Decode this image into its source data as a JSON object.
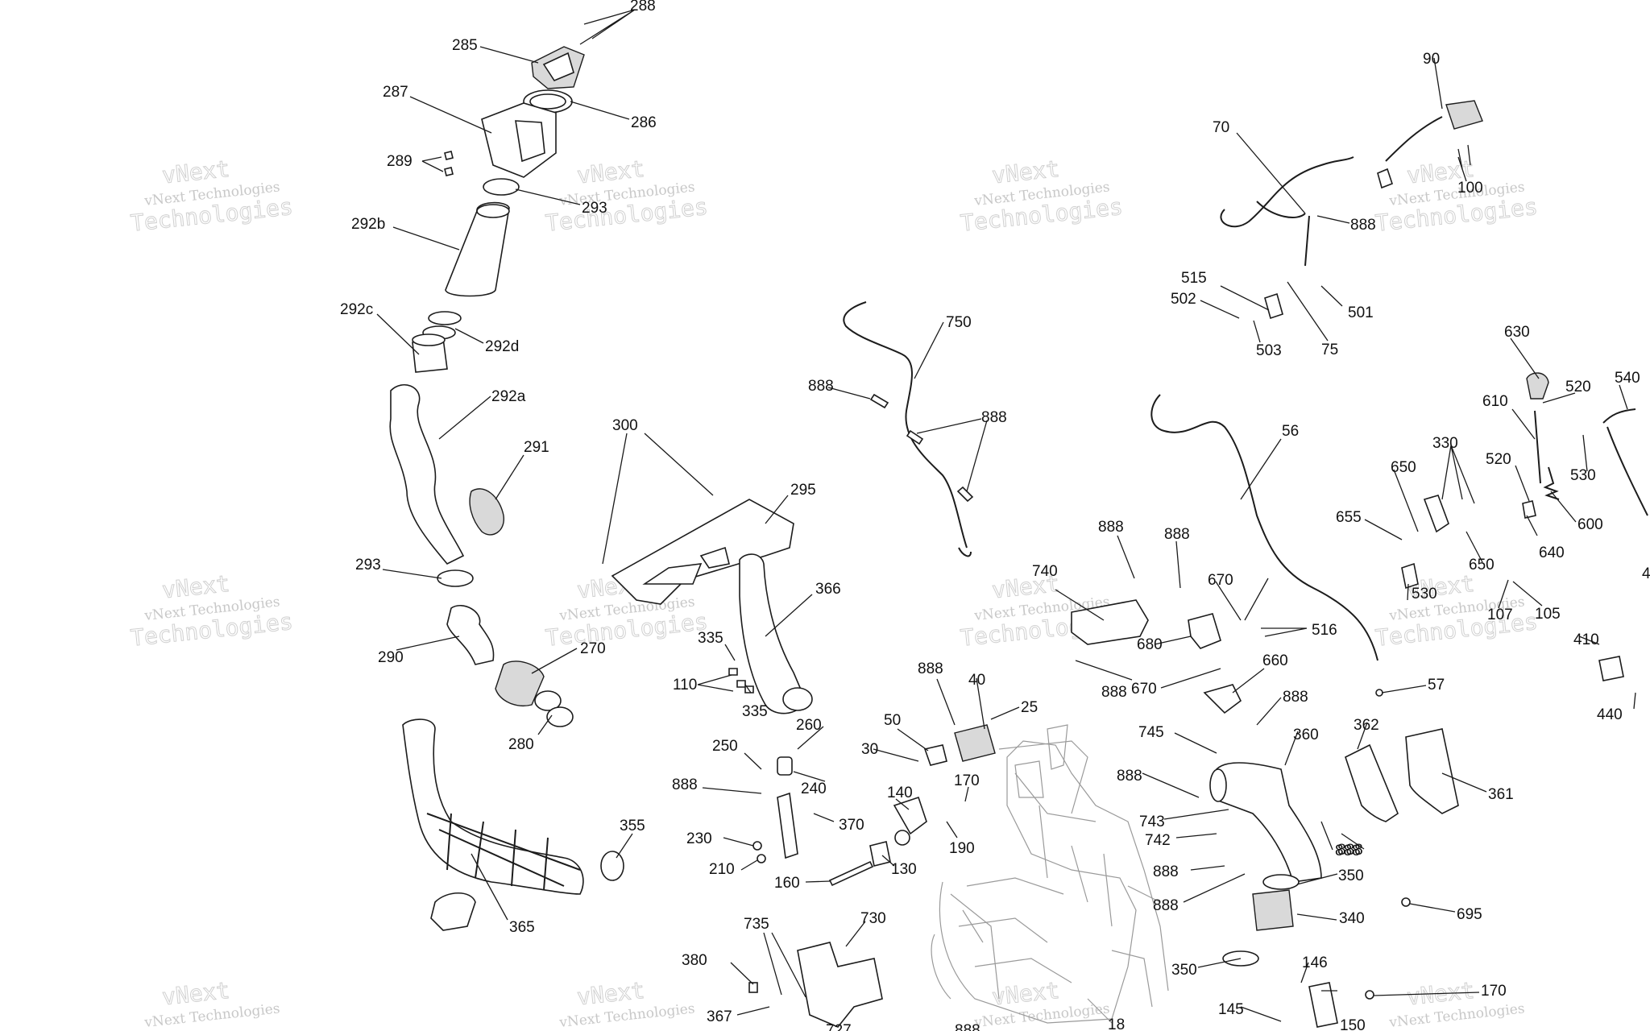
{
  "watermark": {
    "brand": "vNext",
    "line1": "vNext Technologies",
    "line2": "Technologies"
  },
  "callouts": [
    {
      "label": "288"
    },
    {
      "label": "285"
    },
    {
      "label": "287"
    },
    {
      "label": "286"
    },
    {
      "label": "289"
    },
    {
      "label": "293"
    },
    {
      "label": "292b"
    },
    {
      "label": "292c"
    },
    {
      "label": "292d"
    },
    {
      "label": "292a"
    },
    {
      "label": "291"
    },
    {
      "label": "293"
    },
    {
      "label": "290"
    },
    {
      "label": "270"
    },
    {
      "label": "280"
    },
    {
      "label": "355"
    },
    {
      "label": "365"
    },
    {
      "label": "300"
    },
    {
      "label": "295"
    },
    {
      "label": "366"
    },
    {
      "label": "335"
    },
    {
      "label": "110"
    },
    {
      "label": "335"
    },
    {
      "label": "250"
    },
    {
      "label": "260"
    },
    {
      "label": "240"
    },
    {
      "label": "888"
    },
    {
      "label": "370"
    },
    {
      "label": "230"
    },
    {
      "label": "210"
    },
    {
      "label": "160"
    },
    {
      "label": "130"
    },
    {
      "label": "140"
    },
    {
      "label": "190"
    },
    {
      "label": "170"
    },
    {
      "label": "30"
    },
    {
      "label": "50"
    },
    {
      "label": "888"
    },
    {
      "label": "40"
    },
    {
      "label": "25"
    },
    {
      "label": "735"
    },
    {
      "label": "730"
    },
    {
      "label": "380"
    },
    {
      "label": "367"
    },
    {
      "label": "727"
    },
    {
      "label": "888"
    },
    {
      "label": "18"
    },
    {
      "label": "750"
    },
    {
      "label": "888"
    },
    {
      "label": "888"
    },
    {
      "label": "740"
    },
    {
      "label": "888"
    },
    {
      "label": "888"
    },
    {
      "label": "888"
    },
    {
      "label": "670"
    },
    {
      "label": "680"
    },
    {
      "label": "516"
    },
    {
      "label": "670"
    },
    {
      "label": "660"
    },
    {
      "label": "888"
    },
    {
      "label": "745"
    },
    {
      "label": "360"
    },
    {
      "label": "888"
    },
    {
      "label": "743"
    },
    {
      "label": "742"
    },
    {
      "label": "888"
    },
    {
      "label": "888"
    },
    {
      "label": "888"
    },
    {
      "label": "350"
    },
    {
      "label": "340"
    },
    {
      "label": "350"
    },
    {
      "label": "145"
    },
    {
      "label": "146"
    },
    {
      "label": "150"
    },
    {
      "label": "170"
    },
    {
      "label": "695"
    },
    {
      "label": "888"
    },
    {
      "label": "57"
    },
    {
      "label": "56"
    },
    {
      "label": "362"
    },
    {
      "label": "361"
    },
    {
      "label": "70"
    },
    {
      "label": "90"
    },
    {
      "label": "100"
    },
    {
      "label": "888"
    },
    {
      "label": "515"
    },
    {
      "label": "502"
    },
    {
      "label": "503"
    },
    {
      "label": "75"
    },
    {
      "label": "501"
    },
    {
      "label": "630"
    },
    {
      "label": "520"
    },
    {
      "label": "540"
    },
    {
      "label": "610"
    },
    {
      "label": "330"
    },
    {
      "label": "650"
    },
    {
      "label": "655"
    },
    {
      "label": "520"
    },
    {
      "label": "530"
    },
    {
      "label": "600"
    },
    {
      "label": "640"
    },
    {
      "label": "650"
    },
    {
      "label": "530"
    },
    {
      "label": "107"
    },
    {
      "label": "105"
    },
    {
      "label": "410"
    },
    {
      "label": "440"
    },
    {
      "label": "4"
    }
  ]
}
